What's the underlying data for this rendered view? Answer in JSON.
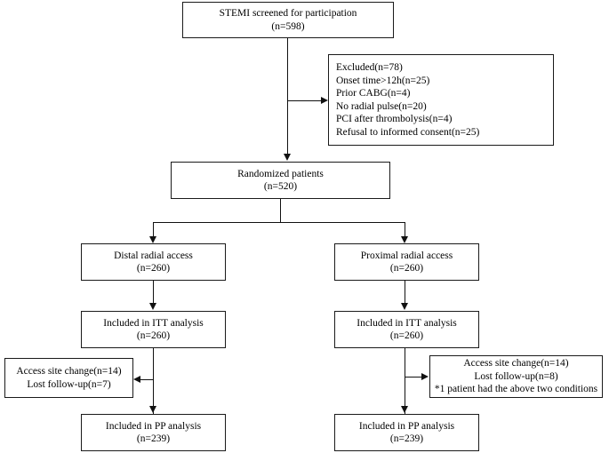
{
  "diagram": {
    "title": "CONSORT participant flow diagram",
    "type": "flowchart",
    "boxes": {
      "screened": {
        "lines": [
          "STEMI screened for participation",
          "(n=598)"
        ]
      },
      "excluded": {
        "lines": [
          "Excluded(n=78)",
          "Onset time>12h(n=25)",
          "Prior CABG(n=4)",
          "No radial pulse(n=20)",
          "PCI after thrombolysis(n=4)",
          "Refusal to informed consent(n=25)"
        ]
      },
      "randomized": {
        "lines": [
          "Randomized patients",
          "(n=520)"
        ]
      },
      "distal_access": {
        "lines": [
          "Distal radial access",
          "(n=260)"
        ]
      },
      "proximal_access": {
        "lines": [
          "Proximal radial access",
          "(n=260)"
        ]
      },
      "itt_left": {
        "lines": [
          "Included in ITT analysis",
          "(n=260)"
        ]
      },
      "itt_right": {
        "lines": [
          "Included in ITT analysis",
          "(n=260)"
        ]
      },
      "dropout_left": {
        "lines": [
          "Access site change(n=14)",
          "Lost follow-up(n=7)"
        ]
      },
      "dropout_right": {
        "lines": [
          "Access site change(n=14)",
          "Lost follow-up(n=8)",
          "*1 patient had the above two conditions"
        ]
      },
      "pp_left": {
        "lines": [
          "Included in PP analysis",
          "(n=239)"
        ]
      },
      "pp_right": {
        "lines": [
          "Included in PP analysis",
          "(n=239)"
        ]
      }
    },
    "colors": {
      "stroke": "#1a1a1a",
      "background": "#ffffff",
      "text": "#000000"
    }
  }
}
